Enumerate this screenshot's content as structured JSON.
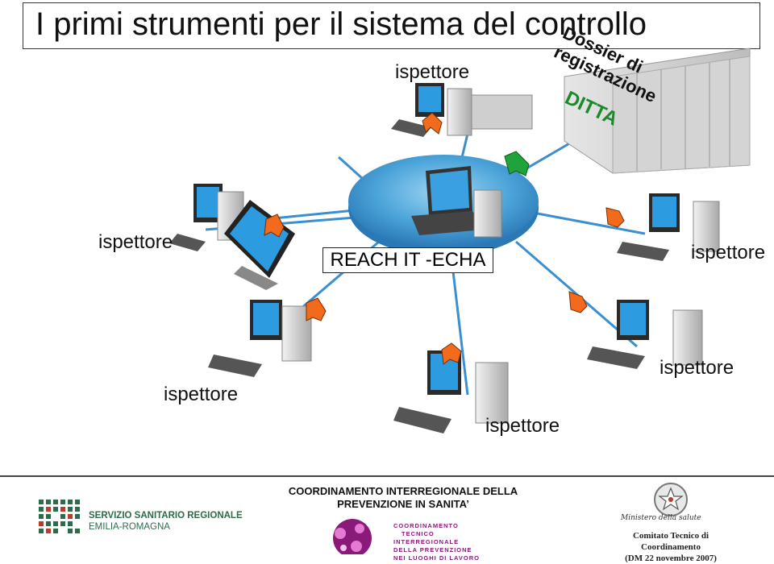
{
  "slide": {
    "title": "I primi strumenti per il sistema del controllo",
    "hub_label": "REACH IT -ECHA",
    "dossier_label": "Dossier di registrazione",
    "company_label": "DITTA",
    "inspector_labels": [
      "ispettore",
      "ispettore",
      "ispettore",
      "ispettore",
      "ispettore",
      "ispettore"
    ]
  },
  "footer": {
    "center_line1": "COORDINAMENTO INTERREGIONALE DELLA",
    "center_line2": "PREVENZIONE IN SANITA’",
    "left_org_line1": "SERVIZIO SANITARIO REGIONALE",
    "left_org_line2": "EMILIA-ROMAGNA",
    "coord_logo_lines": [
      "COORDINAMENTO",
      "TECNICO",
      "INTERREGIONALE",
      "DELLA PREVENZIONE",
      "NEI LUOGHI DI LAVORO"
    ],
    "right_line1": "Comitato Tecnico di Coordinamento",
    "right_line2": "(DM 22 novembre 2007)",
    "right_signature": "Ministero della salute"
  },
  "colors": {
    "hub_blue": "#4aa3d8",
    "link_blue": "#3b8fd0",
    "arrow_orange": "#f26a1b",
    "arrow_green": "#1fa33a",
    "company_green": "#1a8a2a",
    "ssr_green": "#2d6b4a",
    "coord_purple": "#8a1a7a"
  }
}
